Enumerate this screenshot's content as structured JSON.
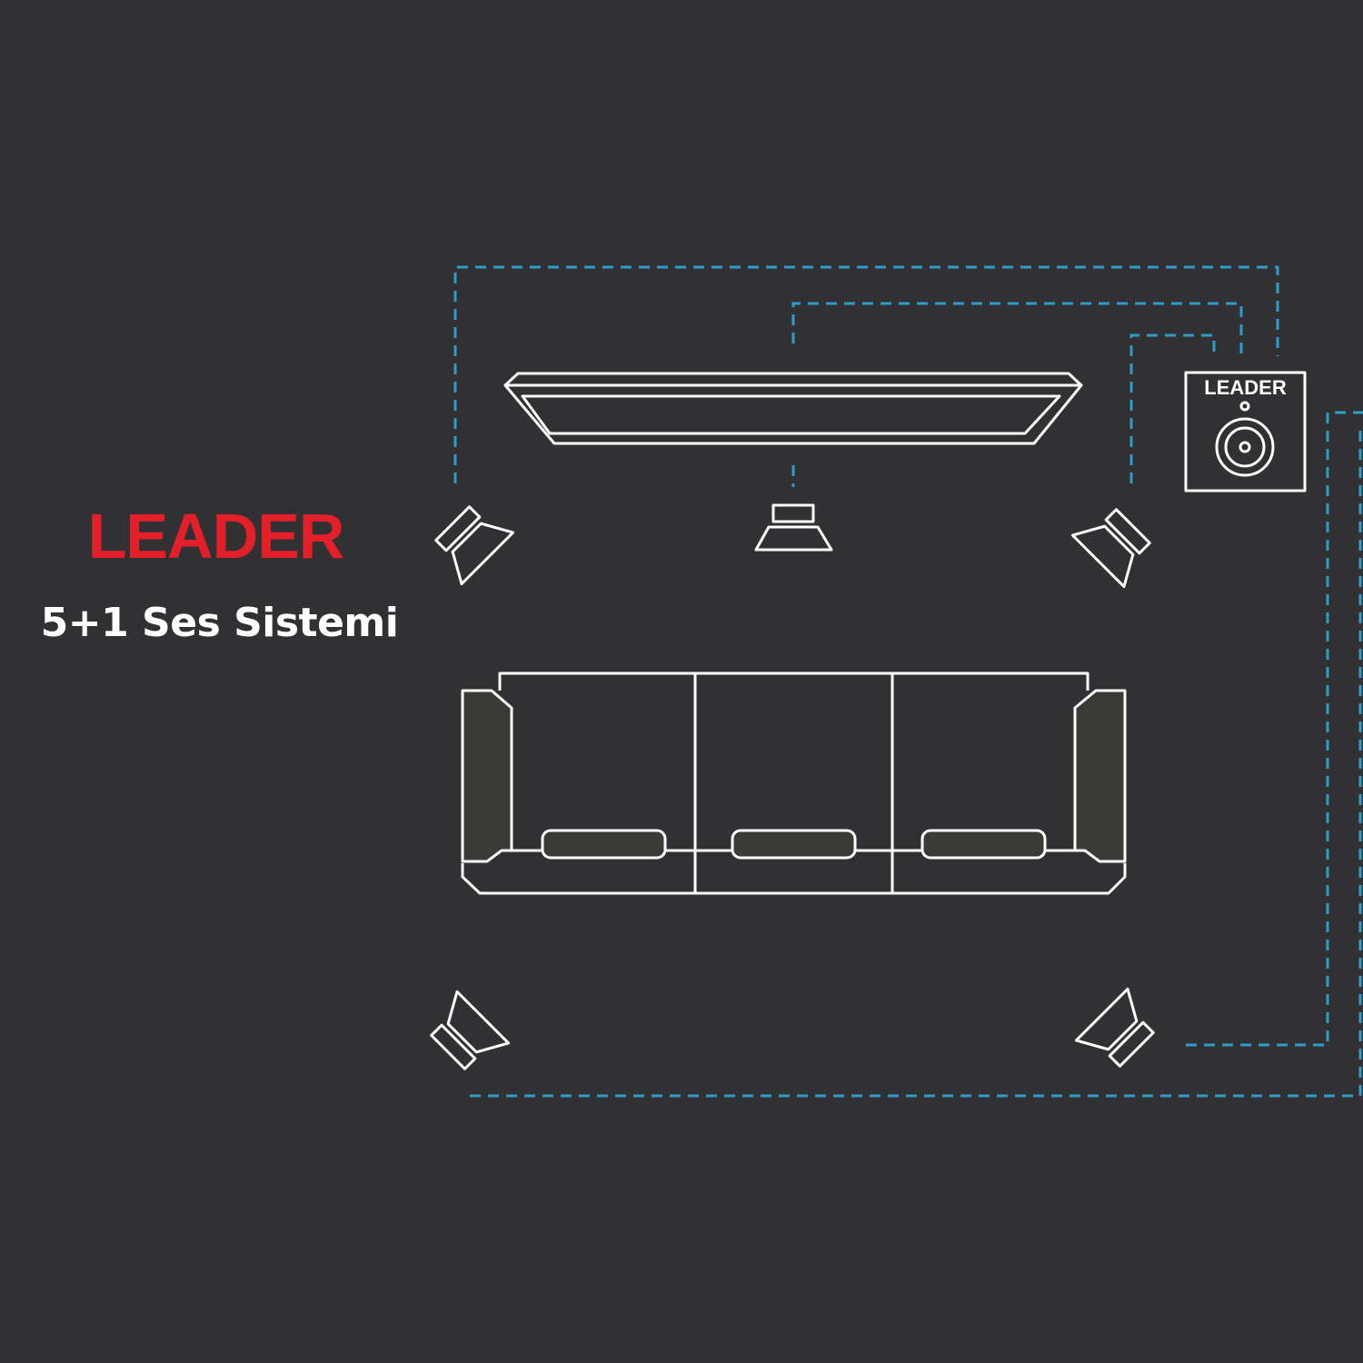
{
  "title": {
    "brand": "LEADER",
    "subtitle": "5+1 Ses Sistemi"
  },
  "subwoofer": {
    "label": "LEADER"
  },
  "components": [
    {
      "id": "tv",
      "name": "Television"
    },
    {
      "id": "front-left-speaker",
      "name": "Front left speaker"
    },
    {
      "id": "center-speaker",
      "name": "Center speaker"
    },
    {
      "id": "front-right-speaker",
      "name": "Front right speaker"
    },
    {
      "id": "subwoofer",
      "name": "Subwoofer"
    },
    {
      "id": "sofa",
      "name": "Three-seat sofa"
    },
    {
      "id": "rear-left-speaker",
      "name": "Rear left speaker"
    },
    {
      "id": "rear-right-speaker",
      "name": "Rear right speaker"
    }
  ],
  "colors": {
    "background": "#313133",
    "brand": "#e3202a",
    "wire": "#2f9bc9",
    "outline": "#ffffff"
  }
}
